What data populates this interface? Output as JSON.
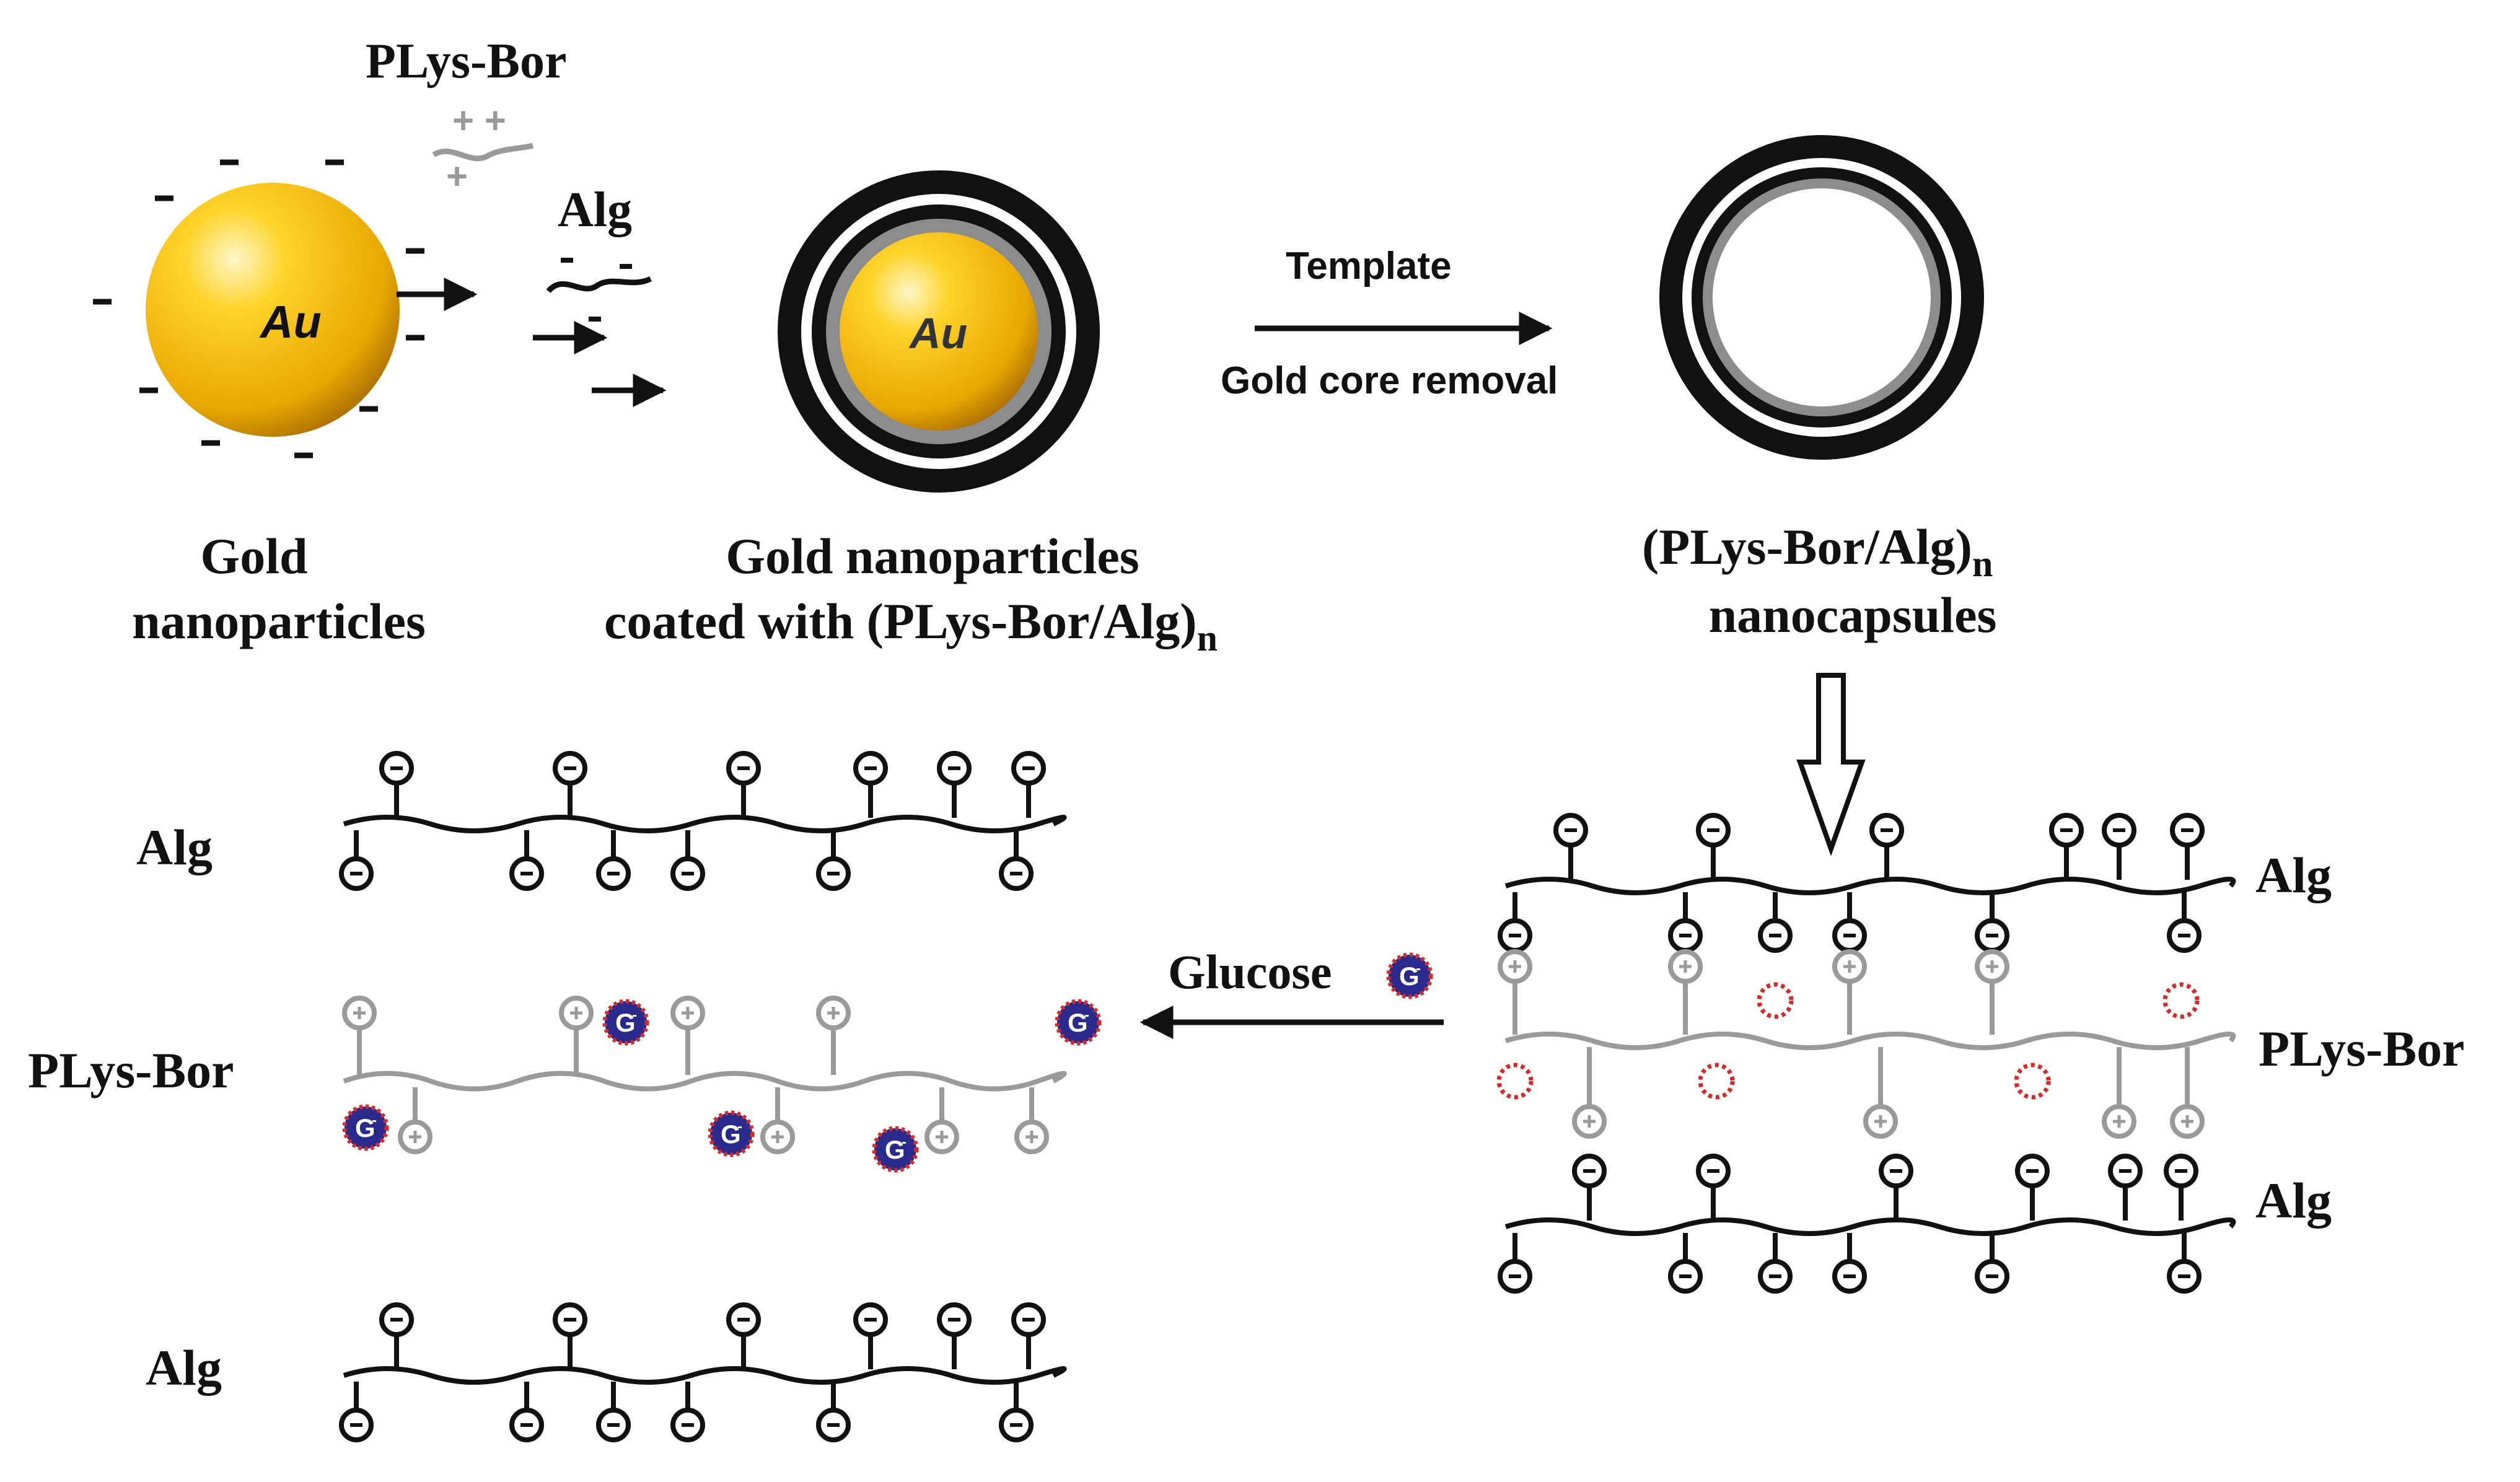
{
  "top": {
    "plys_bor_label": "PLys-Bor",
    "alg_label": "Alg",
    "au_label": "Au",
    "au_label_coated": "Au",
    "gold_np_line1": "Gold",
    "gold_np_line2": "nanoparticles",
    "coated_line1": "Gold nanoparticles",
    "coated_line2": "coated with (PLys-Bor/Alg)",
    "coated_sub": "n",
    "template_label": "Template",
    "core_removal_label": "Gold core removal",
    "capsule_line1": "(PLys-Bor/Alg)",
    "capsule_sub": "n",
    "capsule_line2": "nanocapsules"
  },
  "bottom_left": {
    "alg_top": "Alg",
    "plys_bor": "PLys-Bor",
    "alg_bottom": "Alg"
  },
  "bottom_right": {
    "alg_top": "Alg",
    "plys_bor": "PLys-Bor",
    "alg_bottom": "Alg"
  },
  "glucose_label": "Glucose",
  "glucose_symbol": "G",
  "colors": {
    "gold": "#f2b705",
    "gold_dark": "#c47f00",
    "alg": "#111111",
    "plys": "#9a9a9a",
    "glucose_fill": "#2a2a8c",
    "glucose_ring": "#d42a2a",
    "empty_site": "#d42a2a"
  }
}
